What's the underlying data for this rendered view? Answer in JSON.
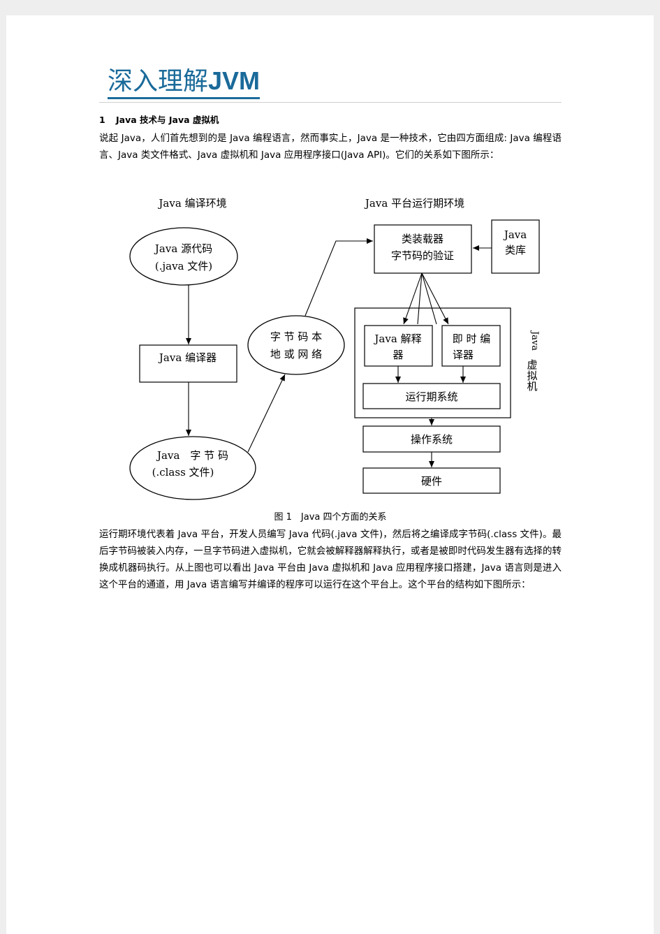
{
  "document": {
    "title_cjk": "深入理解",
    "title_latin": "JVM",
    "section_number": "1",
    "section_title": "Java 技术与 Java 虚拟机",
    "paragraph1": "说起 Java，人们首先想到的是 Java 编程语言，然而事实上，Java 是一种技术，它由四方面组成: Java 编程语言、Java 类文件格式、Java 虚拟机和 Java 应用程序接口(Java API)。它们的关系如下图所示：",
    "caption": "图 1　Java 四个方面的关系",
    "paragraph2": "运行期环境代表着 Java 平台，开发人员编写 Java 代码(.java 文件)，然后将之编译成字节码(.class 文件)。最后字节码被装入内存，一旦字节码进入虚拟机，它就会被解释器解释执行，或者是被即时代码发生器有选择的转换成机器码执行。从上图也可以看出 Java 平台由 Java 虚拟机和 Java 应用程序接口搭建，Java 语言则是进入这个平台的通道，用 Java 语言编写并编译的程序可以运行在这个平台上。这个平台的结构如下图所示："
  },
  "diagram": {
    "compile_env_label": "Java 编译环境",
    "runtime_env_label": "Java 平台运行期环境",
    "source_line1": "Java 源代码",
    "source_line2": "(.java 文件)",
    "compiler": "Java 编译器",
    "bytecode_line1": "Java　字 节 码",
    "bytecode_line2": "(.class 文件)",
    "network_line1": "字 节 码 本",
    "network_line2": "地 或 网 络",
    "loader_line1": "类装载器",
    "loader_line2": "字节码的验证",
    "lib_line1": "Java",
    "lib_line2": "类库",
    "interpreter_line1": "Java 解释",
    "interpreter_line2": "器",
    "jit_line1": "即 时 编",
    "jit_line2": "译器",
    "runtime_system": "运行期系统",
    "jvm_label_1": "Java",
    "jvm_label_2": "虚",
    "jvm_label_3": "拟",
    "jvm_label_4": "机",
    "os": "操作系统",
    "hardware": "硬件"
  }
}
